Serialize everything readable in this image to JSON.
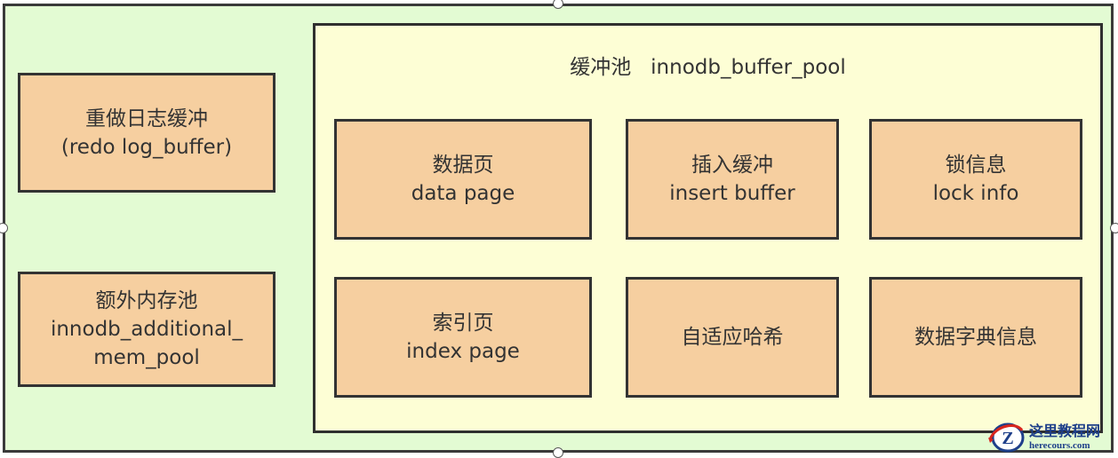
{
  "pool": {
    "title": "缓冲池   innodb_buffer_pool"
  },
  "left_boxes": {
    "redo": {
      "line1": "重做日志缓冲",
      "line2": "(redo log_buffer)"
    },
    "additional": {
      "line1": "额外内存池",
      "line2": "innodb_additional_",
      "line3": "mem_pool"
    }
  },
  "pool_boxes": {
    "data_page": {
      "line1": "数据页",
      "line2": "data page"
    },
    "insert_buffer": {
      "line1": "插入缓冲",
      "line2": "insert buffer"
    },
    "lock_info": {
      "line1": "锁信息",
      "line2": "lock info"
    },
    "index_page": {
      "line1": "索引页",
      "line2": "index page"
    },
    "adaptive_hash": {
      "line1": "自适应哈希"
    },
    "data_dictionary": {
      "line1": "数据字典信息"
    }
  },
  "watermark": {
    "cn": "这里教程网",
    "en": "herecours.com",
    "letter": "Z"
  },
  "colors": {
    "outer_fill": "#e3fbd3",
    "pool_fill": "#fdfed5",
    "box_fill": "#f6cfa0",
    "border": "#333333"
  }
}
